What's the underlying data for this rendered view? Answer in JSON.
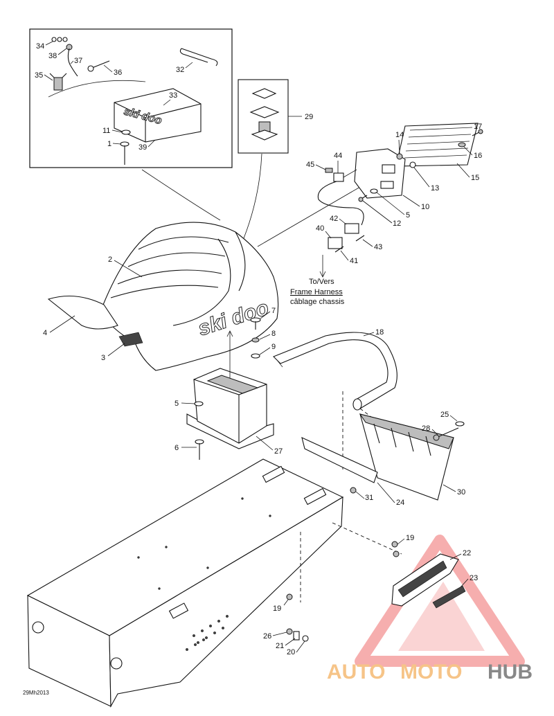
{
  "diagram": {
    "callouts": [
      "1",
      "2",
      "3",
      "4",
      "5",
      "5",
      "6",
      "7",
      "8",
      "9",
      "10",
      "11",
      "12",
      "13",
      "14",
      "15",
      "16",
      "17",
      "18",
      "19",
      "19",
      "20",
      "21",
      "22",
      "23",
      "24",
      "25",
      "26",
      "27",
      "28",
      "29",
      "30",
      "31",
      "32",
      "33",
      "34",
      "35",
      "36",
      "37",
      "38",
      "39",
      "40",
      "41",
      "42",
      "43",
      "44",
      "45"
    ],
    "harness_note": {
      "line1": "To/Vers",
      "line2": "Frame Harness",
      "line3": "câblage chassis"
    },
    "seat_brand": "ski doo",
    "toolbox_brand": "ski doo",
    "drawing_code": "29Mh2013"
  },
  "watermark": {
    "part1": "AUTO",
    "part2": "MOTO",
    "part3": "HUB",
    "colors": {
      "triangle": "#f08a8a",
      "auto": "#f6c488",
      "hub": "#888888"
    }
  }
}
